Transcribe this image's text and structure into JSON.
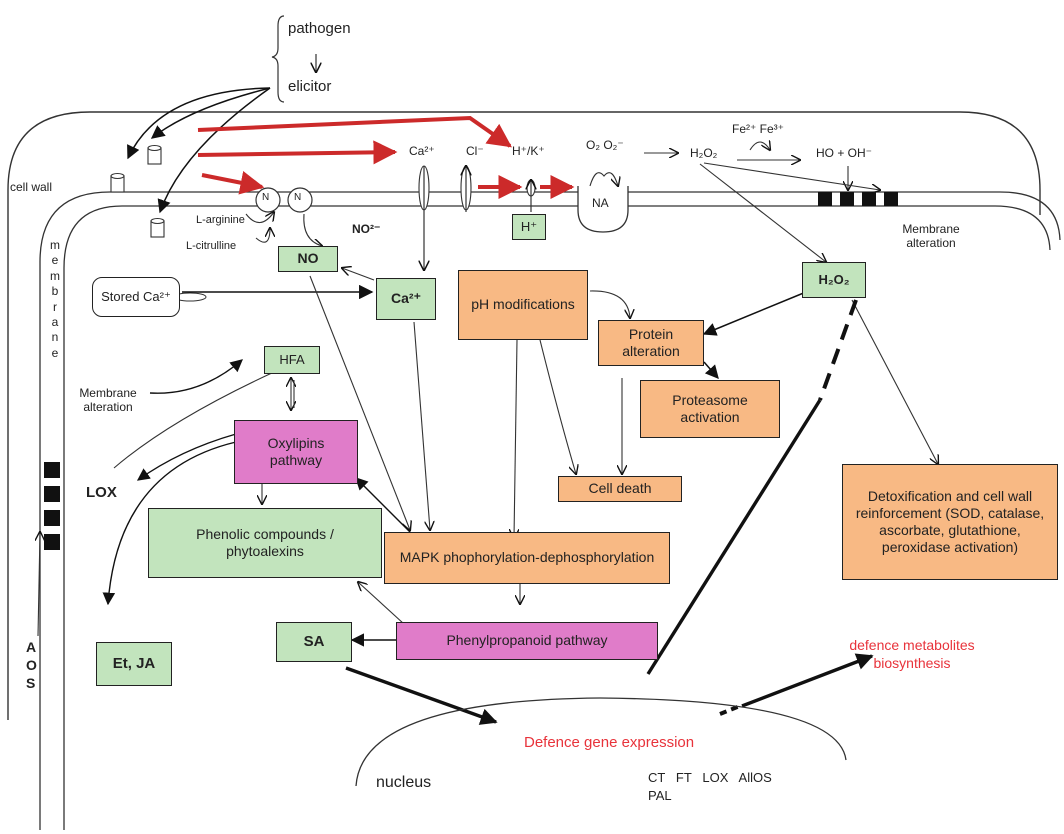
{
  "signals": {
    "pathogen": "pathogen",
    "elicitor": "elicitor"
  },
  "compartments": {
    "cell_wall": "cell wall",
    "membrane_vertical": "membrane",
    "membrane_alteration_top": "Membrane alteration",
    "membrane_alteration_left": "Membrane alteration",
    "nucleus": "nucleus"
  },
  "ions": {
    "ca": "Ca²⁺",
    "cl": "Cl⁻",
    "h_k": "H⁺/K⁺",
    "o2_o2": "O₂  O₂⁻",
    "h2o2_top": "H₂O₂",
    "fe": "Fe²⁺ Fe³⁺",
    "ho_oh": "HO + OH⁻",
    "na": "NA",
    "h_plus": "H⁺",
    "no_n1": "N",
    "no_n2": "N",
    "no2": "NO²⁻",
    "arginine": "L-arginine",
    "citrulline": "L-citrulline"
  },
  "nodes": {
    "stored_ca": "Stored Ca²⁺",
    "no": "NO",
    "ca_box": "Ca²⁺",
    "hfa": "HFA",
    "oxylipins": "Oxylipins pathway",
    "ph_mod": "pH modifications",
    "protein_alt": "Protein alteration",
    "proteasome": "Proteasome activation",
    "cell_death": "Cell death",
    "h2o2_box": "H₂O₂",
    "detox": "Detoxification and cell wall reinforcement (SOD, catalase, ascorbate, glutathione, peroxidase activation)",
    "phenolic": "Phenolic compounds / phytoalexins",
    "mapk": "MAPK phophorylation-dephosphorylation",
    "phenylpropanoid": "Phenylpropanoid pathway",
    "sa": "SA",
    "et_ja": "Et, JA",
    "lox_label": "LOX",
    "aos": "AOS"
  },
  "outputs": {
    "defence_metabolites": "defence metabolites biosynthesis",
    "defence_gene": "Defence gene expression",
    "genes_row": "CT   FT   LOX   AllOS",
    "pal": "PAL"
  },
  "colors": {
    "green_box": "#c2e4bd",
    "orange_box": "#f8b984",
    "pink_box": "#e07cc9",
    "red_arrow": "#cc2a2a",
    "red_text": "#e8333b"
  }
}
